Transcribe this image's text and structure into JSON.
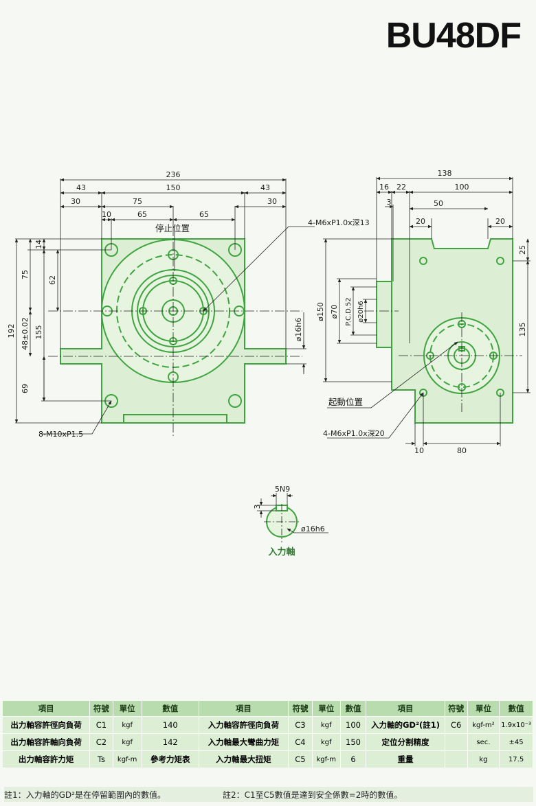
{
  "title": "BU48DF",
  "front": {
    "dims": [
      "236",
      "43",
      "150",
      "43",
      "30",
      "75",
      "30",
      "10",
      "65",
      "65"
    ],
    "left_dims": [
      "192",
      "14",
      "75",
      "62",
      "48±0.02",
      "155",
      "69"
    ],
    "right_dims": [
      "ø16h6"
    ],
    "labels": {
      "stop_position": "停止位置",
      "hole_top": "4-M6xP1.0x深13",
      "hole_bottom": "8-M10xP1.5"
    }
  },
  "side": {
    "dims": [
      "138",
      "16",
      "22",
      "100",
      "3",
      "50",
      "20",
      "20",
      "25",
      "135",
      "10",
      "80"
    ],
    "left_dims": [
      "ø150",
      "ø70",
      "P.C.D.52",
      "ø20h6"
    ],
    "labels": {
      "start_position": "起動位置",
      "hole": "4-M6xP1.0x深20"
    }
  },
  "shaft": {
    "dims": [
      "5N9",
      "3",
      "ø16h6"
    ],
    "label": "入力軸"
  },
  "specs": {
    "headers": [
      "項目",
      "符號",
      "單位",
      "數值",
      "項目",
      "符號",
      "單位",
      "數值",
      "項目",
      "符號",
      "單位",
      "數值"
    ],
    "rows": [
      [
        "出力軸容許徑向負荷",
        "C1",
        "kgf",
        "140",
        "入力軸容許徑向負荷",
        "C3",
        "kgf",
        "100",
        "入力軸的GD²(註1)",
        "C6",
        "kgf-m²",
        "1.9x10⁻³"
      ],
      [
        "出力軸容許軸向負荷",
        "C2",
        "kgf",
        "142",
        "入力軸最大彎曲力矩",
        "C4",
        "kgf",
        "150",
        "定位分割精度",
        "",
        "sec.",
        "±45"
      ],
      [
        "出力軸容許力矩",
        "Ts",
        "kgf-m",
        "參考力矩表",
        "入力軸最大扭矩",
        "C5",
        "kgf-m",
        "6",
        "重量",
        "",
        "kg",
        "17.5"
      ]
    ]
  },
  "notes": [
    "註1：入力軸的GD²是在停留範圍內的數值。",
    "註2：C1至C5數值是達到安全係數=2時的數值。"
  ]
}
